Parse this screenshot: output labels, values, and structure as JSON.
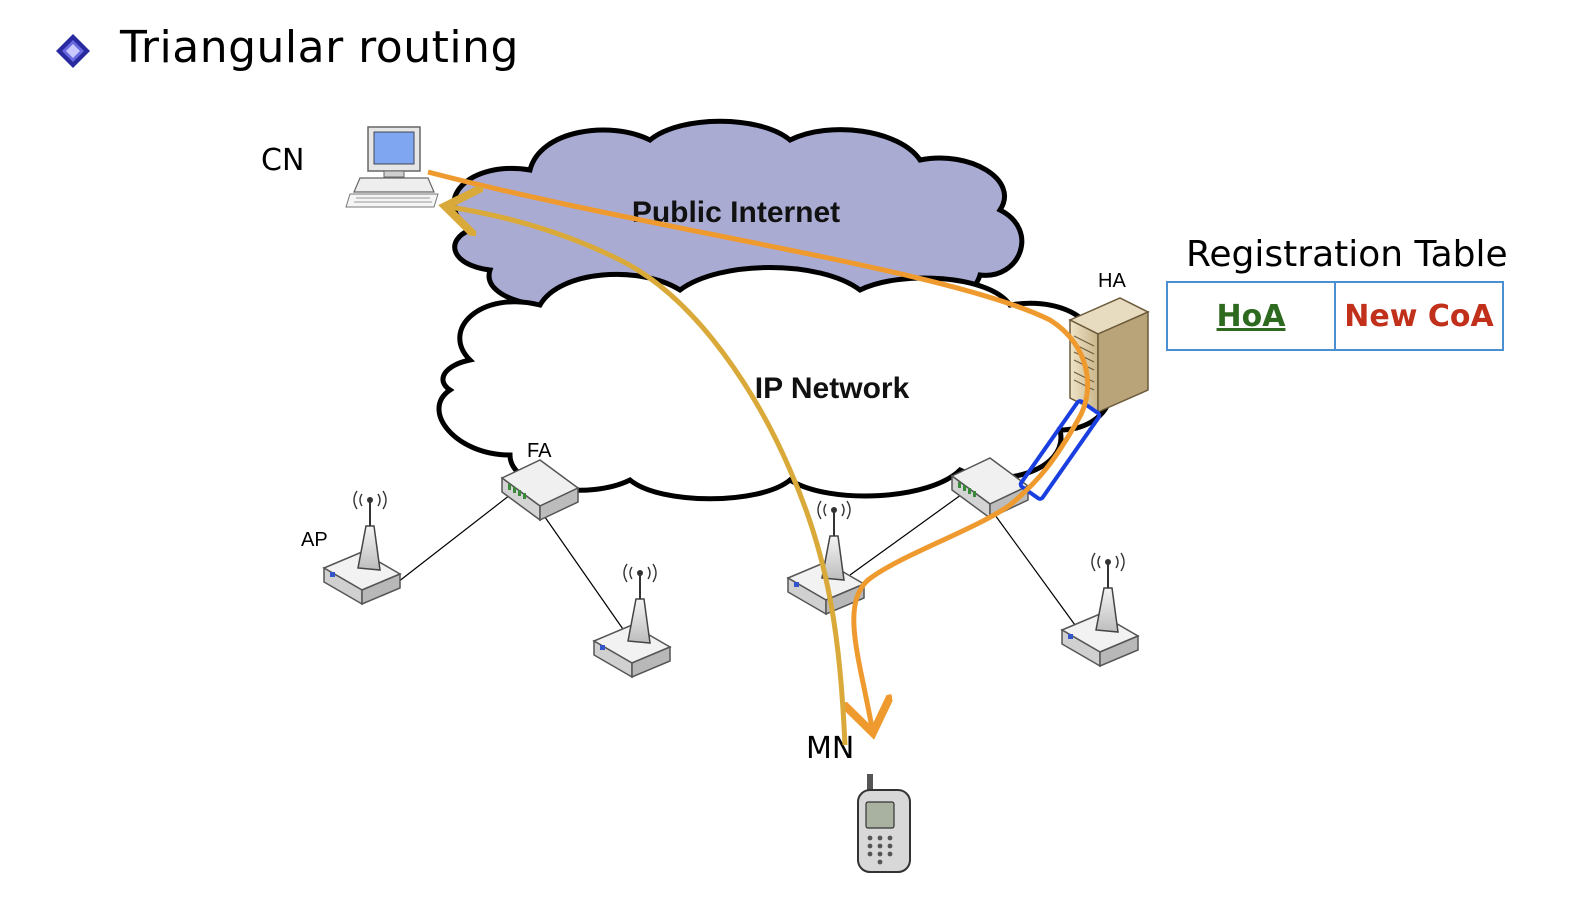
{
  "slide": {
    "title": "Triangular routing"
  },
  "diagram": {
    "clouds": {
      "public_internet": "Public Internet",
      "ip_network": "IP Network"
    },
    "nodes": {
      "cn": "CN",
      "ha": "HA",
      "fa": "FA",
      "ap": "AP",
      "mn": "MN"
    },
    "registration_table": {
      "title": "Registration Table",
      "columns": [
        "HoA",
        "New CoA"
      ]
    },
    "colors": {
      "public_cloud_fill": "#a9abd3",
      "ip_cloud_fill": "#ffffff",
      "arrow_orange": "#ef9a2e",
      "arrow_gold": "#d9aa3a",
      "tunnel_blue": "#1a3fe0",
      "table_border": "#4a8fd0",
      "hoa_green": "#2d6a1f",
      "coa_red": "#c0301a"
    }
  }
}
